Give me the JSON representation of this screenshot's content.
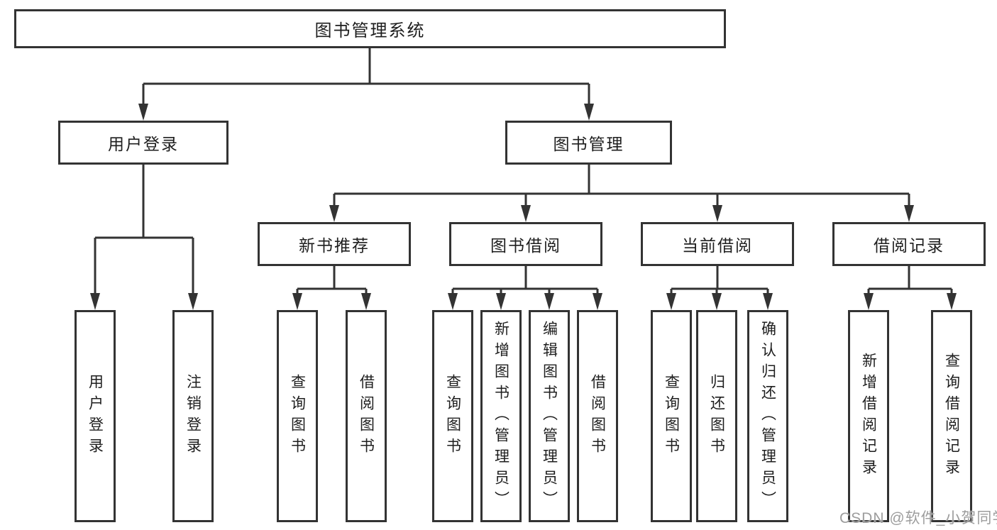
{
  "diagram": {
    "root": {
      "label": "图书管理系统"
    },
    "level2": [
      {
        "label": "用户登录"
      },
      {
        "label": "图书管理"
      }
    ],
    "level3": [
      {
        "label": "新书推荐"
      },
      {
        "label": "图书借阅"
      },
      {
        "label": "当前借阅"
      },
      {
        "label": "借阅记录"
      }
    ],
    "leaves": [
      {
        "parent": "用户登录",
        "label": "用户登录"
      },
      {
        "parent": "用户登录",
        "label": "注销登录"
      },
      {
        "parent": "新书推荐",
        "label": "查询图书"
      },
      {
        "parent": "新书推荐",
        "label": "借阅图书"
      },
      {
        "parent": "图书借阅",
        "label": "查询图书"
      },
      {
        "parent": "图书借阅",
        "label": "新增图书（管理员）"
      },
      {
        "parent": "图书借阅",
        "label": "编辑图书（管理员）"
      },
      {
        "parent": "图书借阅",
        "label": "借阅图书"
      },
      {
        "parent": "当前借阅",
        "label": "查询图书"
      },
      {
        "parent": "当前借阅",
        "label": "归还图书"
      },
      {
        "parent": "当前借阅",
        "label": "确认归还（管理员）"
      },
      {
        "parent": "借阅记录",
        "label": "新增借阅记录"
      },
      {
        "parent": "借阅记录",
        "label": "查询借阅记录"
      }
    ],
    "hierarchy": {
      "图书管理系统": [
        "用户登录",
        "图书管理"
      ],
      "用户登录": [
        "用户登录",
        "注销登录"
      ],
      "图书管理": [
        "新书推荐",
        "图书借阅",
        "当前借阅",
        "借阅记录"
      ],
      "新书推荐": [
        "查询图书",
        "借阅图书"
      ],
      "图书借阅": [
        "查询图书",
        "新增图书（管理员）",
        "编辑图书（管理员）",
        "借阅图书"
      ],
      "当前借阅": [
        "查询图书",
        "归还图书",
        "确认归还（管理员）"
      ],
      "借阅记录": [
        "新增借阅记录",
        "查询借阅记录"
      ]
    },
    "watermark": "CSDN @软件_小贺同学",
    "colors": {
      "line": "#333333",
      "text": "#1e1e1e",
      "background": "#ffffff",
      "watermark": "#9d9d9d"
    }
  }
}
